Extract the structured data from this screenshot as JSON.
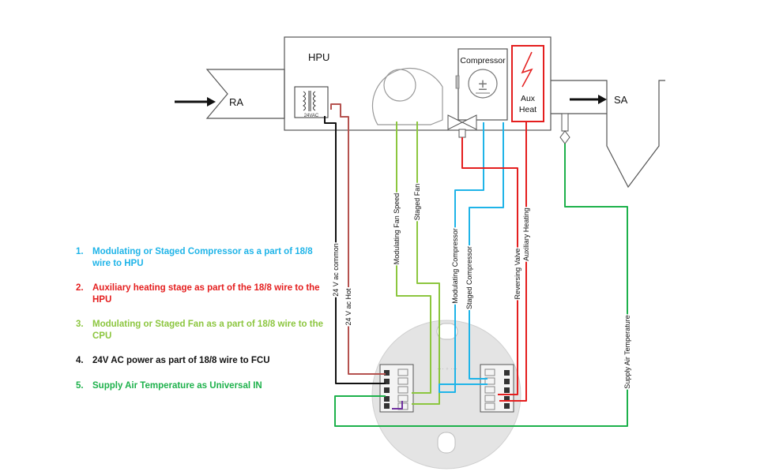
{
  "colors": {
    "cyan": "#1fb4e8",
    "red": "#e41e1e",
    "lightgreen": "#8cc63f",
    "black": "#111111",
    "green": "#1db14b",
    "stroke": "#555555",
    "purple": "#7030a0",
    "brown": "#b5524f"
  },
  "labels": {
    "hpu": "HPU",
    "ra": "RA",
    "sa": "SA",
    "compressor": "Compressor",
    "aux_heat_line1": "Aux",
    "aux_heat_line2": "Heat",
    "transformer_voltage": "24VAC",
    "compressor_symbol": "±"
  },
  "wire_labels": {
    "common": "24 V ac common",
    "hot": "24 V ac Hot",
    "mod_fan": "Modulating Fan Speed",
    "staged_fan": "Staged Fan",
    "mod_comp": "Modulating Compressor",
    "staged_comp": "Staged Compressor",
    "rev_valve": "Reversing Valve",
    "aux_heating": "Auxiliary Heating",
    "supply_air": "Supply Air Temperature"
  },
  "legend": [
    {
      "num": "1.",
      "text": "Modulating or Staged Compressor as a part of 18/8 wire to HPU",
      "color": "#1fb4e8"
    },
    {
      "num": "2.",
      "text": "Auxiliary heating stage as part of the 18/8 wire to the HPU",
      "color": "#e41e1e"
    },
    {
      "num": "3.",
      "text": "Modulating or Staged Fan as a part of 18/8 wire to the CPU",
      "color": "#8cc63f"
    },
    {
      "num": "4.",
      "text": "24V AC power as part of 18/8 wire to FCU",
      "color": "#111111"
    },
    {
      "num": "5.",
      "text": "Supply Air Temperature as Universal IN",
      "color": "#1db14b"
    }
  ]
}
